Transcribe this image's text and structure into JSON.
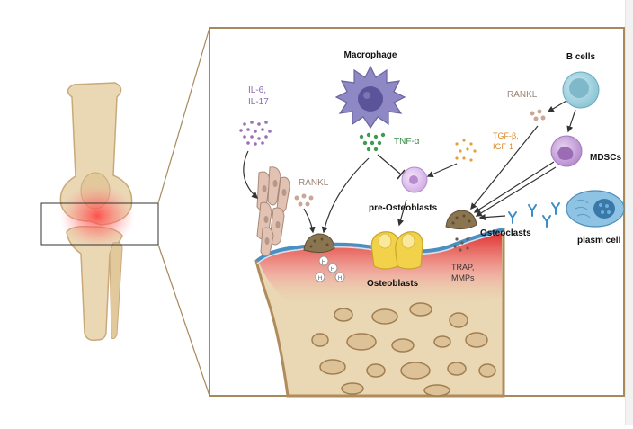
{
  "labels": {
    "macrophage": "Macrophage",
    "b_cells": "B cells",
    "il": [
      "IL-6,",
      "IL-17"
    ],
    "rankl_left": "RANKL",
    "rankl_right": "RANKL",
    "tnf": "TNF-α",
    "tgf": [
      "TGF-β,",
      "IGF-1"
    ],
    "mdscs": "MDSCs",
    "pre_osteoblasts": "pre-Osteoblasts",
    "osteoclasts": "Osteoclasts",
    "plasm_cell": "plasm cell",
    "trap": [
      "TRAP,",
      "MMPs"
    ],
    "osteoblasts": "Osteoblasts",
    "h_ion": "H"
  },
  "colors": {
    "frame": "#a68a5c",
    "bone": "#ead7b3",
    "inflamed_red": "#e8413a",
    "macrophage": "#8e88c4",
    "b_cell": "#9dd0de",
    "mdsc": "#c7a4d8",
    "plasm_cell": "#5fa2cc",
    "osteoblast": "#f2d24b",
    "osteoclast": "#8a7550",
    "il_text": "#8a6bb0",
    "tnf_text": "#3c8c4a",
    "tgf_text": "#d9892b",
    "rankl_text": "#9a8272"
  }
}
